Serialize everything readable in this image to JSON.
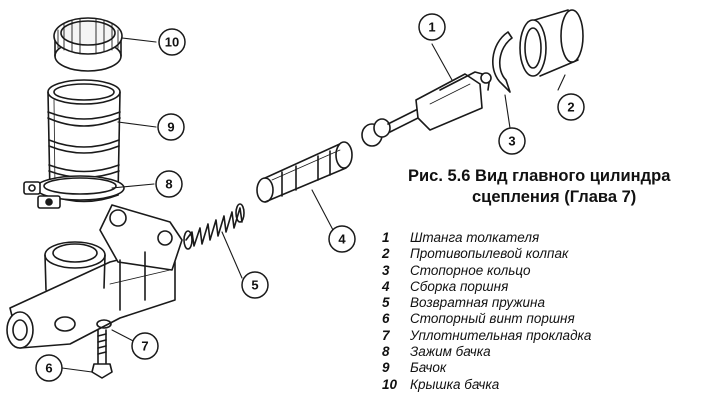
{
  "caption": {
    "figure": "Рис. 5.6",
    "title_line1": "Вид главного цилиндра",
    "title_line2": "сцепления (Глава 7)"
  },
  "callouts": [
    "1",
    "2",
    "3",
    "4",
    "5",
    "6",
    "7",
    "8",
    "9",
    "10"
  ],
  "legend": [
    {
      "num": "1",
      "text": "Штанга толкателя"
    },
    {
      "num": "2",
      "text": "Противопылевой колпак"
    },
    {
      "num": "3",
      "text": "Стопорное кольцо"
    },
    {
      "num": "4",
      "text": "Сборка поршня"
    },
    {
      "num": "5",
      "text": "Возвратная пружина"
    },
    {
      "num": "6",
      "text": "Стопорный винт поршня"
    },
    {
      "num": "7",
      "text": "Уплотнительная прокладка"
    },
    {
      "num": "8",
      "text": "Зажим бачка"
    },
    {
      "num": "9",
      "text": "Бачок"
    },
    {
      "num": "10",
      "text": "Крышка бачка"
    }
  ]
}
